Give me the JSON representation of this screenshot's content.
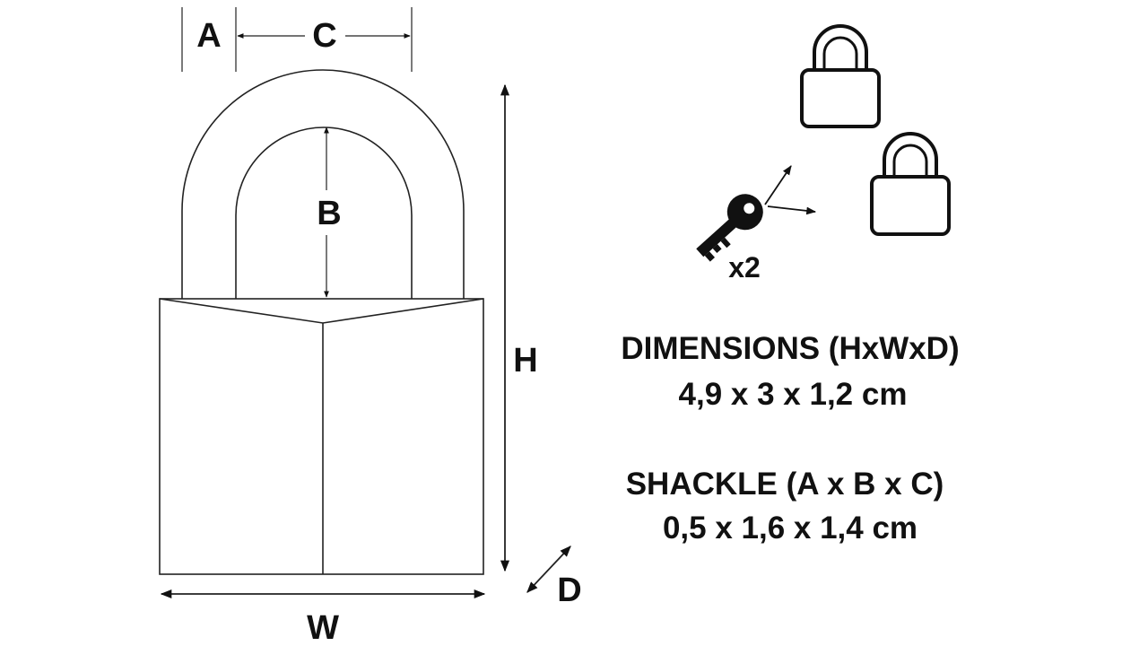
{
  "labels": {
    "a": "A",
    "b": "B",
    "c": "C",
    "h": "H",
    "w": "W",
    "d": "D"
  },
  "key_count": "x2",
  "dimensions": {
    "title": "DIMENSIONS (HxWxD)",
    "value": "4,9 x 3 x 1,2 cm"
  },
  "shackle": {
    "title": "SHACKLE (A x B x C)",
    "value": "0,5 x 1,6 x 1,4 cm"
  },
  "icons": [
    "padlock-icon",
    "padlock-icon",
    "key-icon",
    "arrow-icon"
  ]
}
